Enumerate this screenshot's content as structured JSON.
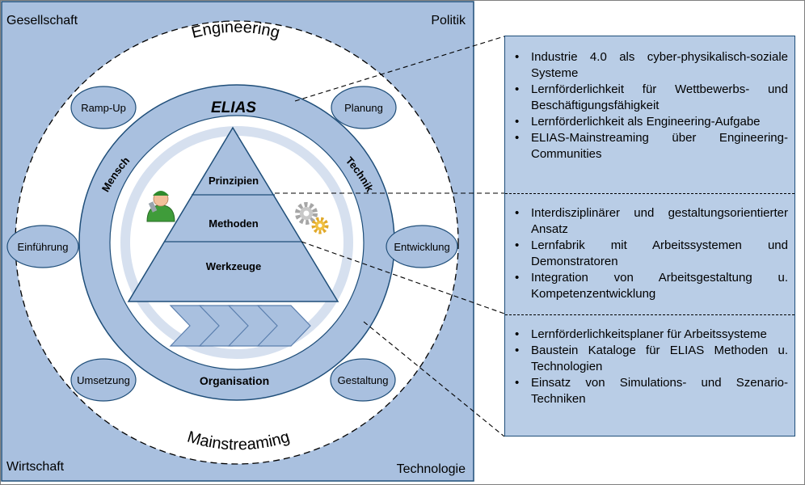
{
  "corners": {
    "top_left": "Gesellschaft",
    "top_right": "Politik",
    "bottom_left": "Wirtschaft",
    "bottom_right": "Technologie"
  },
  "outer_ring": {
    "top": "Engineering",
    "bottom": "Mainstreaming"
  },
  "phases": {
    "ramp_up": "Ramp-Up",
    "planung": "Planung",
    "einfuehrung": "Einführung",
    "entwicklung": "Entwicklung",
    "umsetzung": "Umsetzung",
    "gestaltung": "Gestaltung"
  },
  "inner_ring": {
    "title": "ELIAS",
    "left": "Mensch",
    "right": "Technik",
    "bottom": "Organisation"
  },
  "pyramid": {
    "top": "Prinzipien",
    "middle": "Methoden",
    "bottom": "Werkzeuge"
  },
  "icons": {
    "person": "worker-icon",
    "gears": "gears-icon",
    "chevrons": "process-chevrons-icon"
  },
  "panel": {
    "sections": [
      {
        "items": [
          "Industrie 4.0 als cyber-physikalisch-soziale Systeme",
          "Lernförderlichkeit für Wettbewerbs- und Beschäftigungsfähigkeit",
          "Lernförderlichkeit als Engineering-Aufgabe",
          "ELIAS-Mainstreaming über Engineering-Communities"
        ]
      },
      {
        "items": [
          "Interdisziplinärer und gestaltungsorientierter Ansatz",
          "Lernfabrik mit Arbeitssystemen und Demonstratoren",
          "Integration von Arbeitsgestaltung u. Kompetenzentwicklung"
        ]
      },
      {
        "items": [
          "Lernförderlichkeitsplaner für Arbeitssysteme",
          "Baustein Kataloge für ELIAS Methoden u. Technologien",
          "Einsatz von Simulations- und Szenario-Techniken"
        ]
      }
    ]
  },
  "colors": {
    "background_square": "#a9c0df",
    "inner_ring": "#a9c0df",
    "panel": "#b9cde6",
    "pyramid": "#a9c0df",
    "border": "#1f4e79"
  }
}
